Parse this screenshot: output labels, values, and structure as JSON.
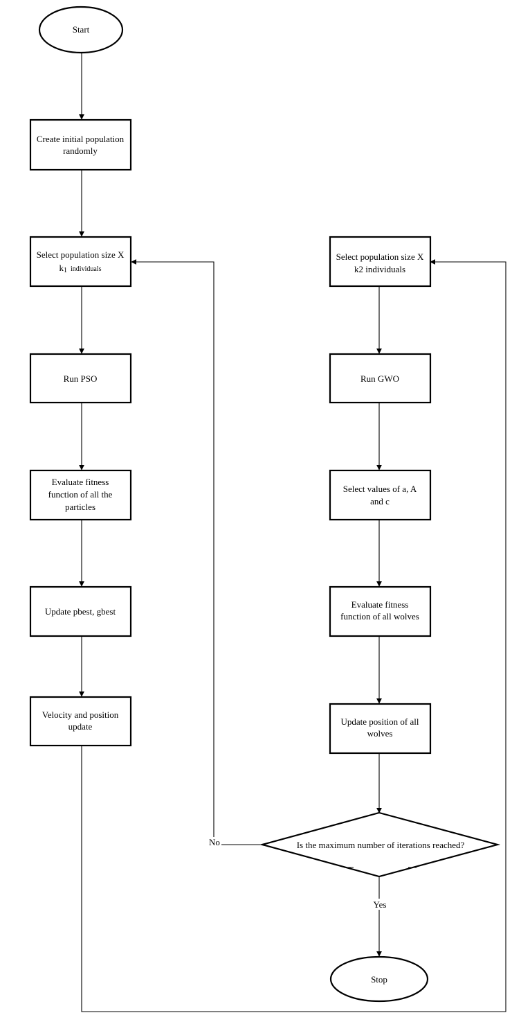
{
  "nodes": {
    "start": "Start",
    "create_population": [
      "Create initial population",
      "randomly"
    ],
    "select_k1": {
      "line1": "Select population size X",
      "k": "k",
      "sub": "1",
      "rest": "individuals"
    },
    "select_k2": {
      "line1": "Select population size X",
      "rest": "k2 individuals"
    },
    "run_pso": "Run PSO",
    "eval_particles": [
      "Evaluate fitness",
      "function of all the",
      "particles"
    ],
    "update_pbest": "Update pbest, gbest",
    "velocity_update": [
      "Velocity and position",
      "update"
    ],
    "run_gwo": "Run GWO",
    "select_values": [
      "Select values of a, A",
      "and c"
    ],
    "eval_wolves": [
      "Evaluate fitness",
      "function of all wolves"
    ],
    "update_wolves": [
      "Update position of all",
      "wolves"
    ],
    "decision": "Is the maximum number of iterations reached?",
    "stop": "Stop"
  },
  "edge_labels": {
    "no": "No",
    "yes": "Yes"
  }
}
